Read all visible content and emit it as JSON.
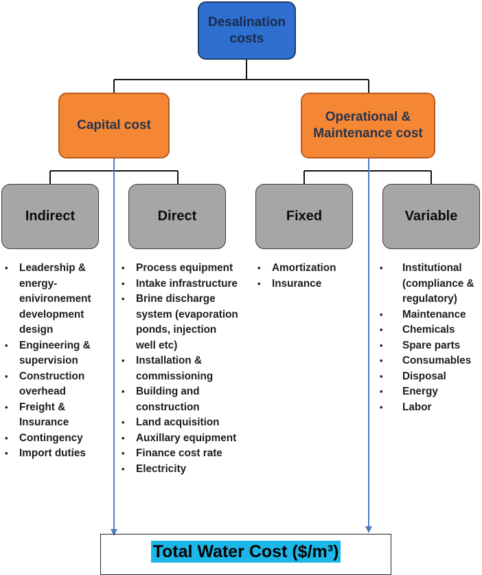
{
  "diagram": {
    "root": {
      "label": "Desalination\ncosts"
    },
    "capital": {
      "label": "Capital cost"
    },
    "operational": {
      "label": "Operational &\nMaintenance cost"
    },
    "categories": {
      "indirect": {
        "label": "Indirect",
        "items": [
          "Leadership & energy-enivironement development design",
          "Engineering & supervision",
          "Construction overhead",
          "Freight & Insurance",
          "Contingency",
          "Import duties"
        ]
      },
      "direct": {
        "label": "Direct",
        "items": [
          "Process equipment",
          "Intake infrastructure",
          "Brine discharge system (evaporation ponds, injection well etc)",
          "Installation & commissioning",
          "Building and construction",
          "Land acquisition",
          "Auxillary equipment",
          "Finance cost rate",
          "Electricity"
        ]
      },
      "fixed": {
        "label": "Fixed",
        "items": [
          "Amortization",
          "Insurance"
        ]
      },
      "variable": {
        "label": "Variable",
        "items": [
          "Institutional (compliance & regulatory)",
          "Maintenance",
          "Chemicals",
          "Spare parts",
          "Consumables",
          "Disposal",
          "Energy",
          "Labor"
        ]
      }
    },
    "total": {
      "label": "Total Water Cost ($/m³)"
    },
    "colors": {
      "root_fill": "#2e6fd0",
      "cost_fill": "#f58634",
      "category_fill": "#a6a6a6",
      "arrow": "#4a7cc0",
      "total_highlight": "#1cb7e8"
    }
  }
}
